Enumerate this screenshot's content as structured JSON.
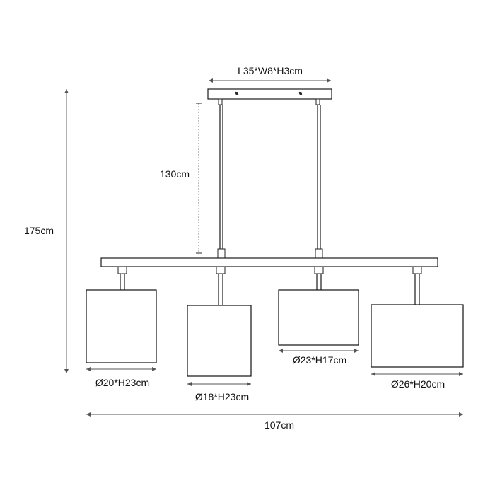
{
  "labels": {
    "canopy": "L35*W8*H3cm",
    "cable_length": "130cm",
    "total_height": "175cm",
    "total_width": "107cm",
    "shade_1": "Ø20*H23cm",
    "shade_2": "Ø18*H23cm",
    "shade_3": "Ø23*H17cm",
    "shade_4": "Ø26*H20cm"
  },
  "colors": {
    "line": "#1a1a1a",
    "dimension": "#555555",
    "background": "#ffffff"
  }
}
